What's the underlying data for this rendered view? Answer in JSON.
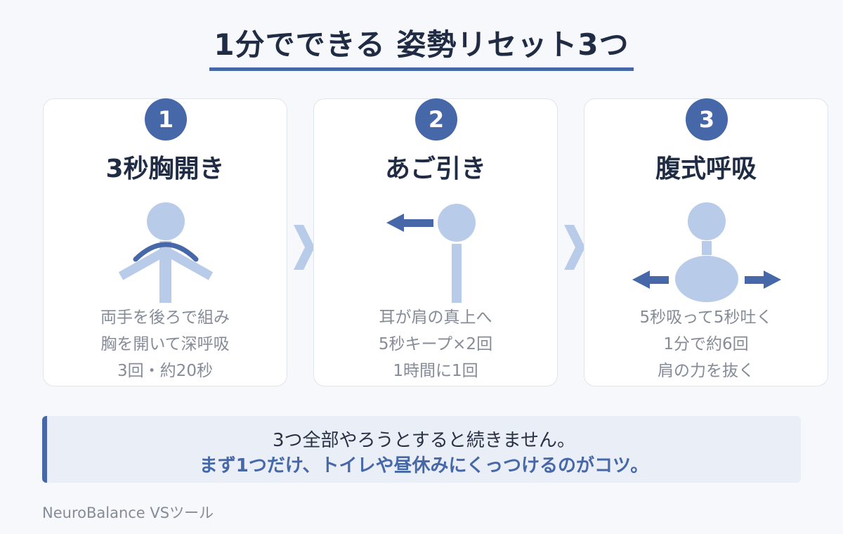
{
  "title": "1分でできる 姿勢リセット3つ",
  "colors": {
    "accent": "#4668a9",
    "figure": "#b8cbe8",
    "card_bg": "#ffffff",
    "tip_bg": "#e9eef7",
    "muted_text": "#858c98"
  },
  "cards": [
    {
      "number": "1",
      "title": "3秒胸開き",
      "illustration": "chest-open-figure",
      "lines": [
        "両手を後ろで組み",
        "胸を開いて深呼吸",
        "3回・約20秒"
      ]
    },
    {
      "number": "2",
      "title": "あご引き",
      "illustration": "chin-tuck-figure",
      "lines": [
        "耳が肩の真上へ",
        "5秒キープ×2回",
        "1時間に1回"
      ]
    },
    {
      "number": "3",
      "title": "腹式呼吸",
      "illustration": "belly-breathing-figure",
      "lines": [
        "5秒吸って5秒吐く",
        "1分で約6回",
        "肩の力を抜く"
      ]
    }
  ],
  "tip": {
    "line1": "3つ全部やろうとすると続きません。",
    "line2": "まず1つだけ、トイレや昼休みにくっつけるのがコツ。"
  },
  "footer": "NeuroBalance VSツール"
}
